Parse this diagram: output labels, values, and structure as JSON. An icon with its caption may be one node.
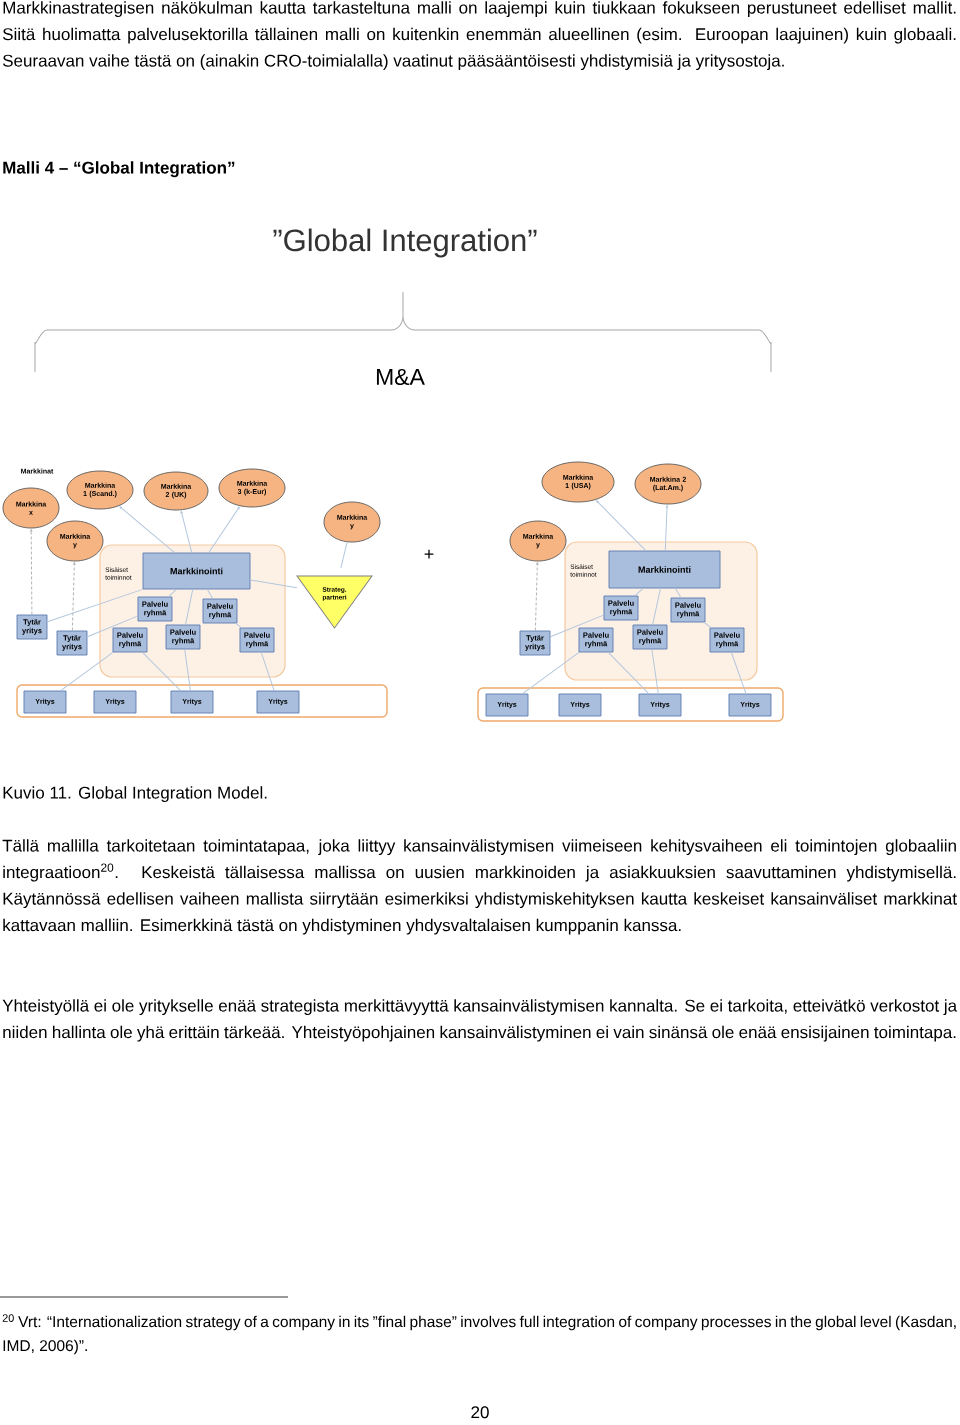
{
  "diagram": {
    "title": "”Global Integration”",
    "caption": "Kuvio 11. Global Integration Model.",
    "nodes": [
      {
        "text": [
          "Markkina x"
        ]
      },
      {
        "text": [
          "Markkina 1 (Scand.)"
        ]
      },
      {
        "text": [
          "Markkina 2 (UK)"
        ]
      },
      {
        "text": [
          "Markkina 3 (k-Eur)"
        ]
      },
      {
        "text": [
          "Markkina y"
        ]
      },
      {
        "text": [
          "Markkina y"
        ]
      },
      {
        "text": [
          "Sisäiset toiminnot"
        ]
      },
      {
        "text": [
          "Markkinointi"
        ],
        "in": 6
      },
      {
        "text": [
          "Palvelu ryhmä"
        ],
        "in": 6
      },
      {
        "text": [
          "Palvelu ryhmä"
        ],
        "in": 6
      },
      {
        "text": [
          "Palvelu ryhmä"
        ],
        "in": 6
      },
      {
        "text": [
          "Palvelu ryhmä"
        ],
        "in": 6
      },
      {
        "text": [
          "Palvelu ryhmä"
        ],
        "in": 6
      },
      {
        "text": [
          "Tytär yritys"
        ]
      },
      {
        "text": [
          "Tytär yritys"
        ]
      },
      {
        "text": [
          "Strateg. partneri"
        ]
      },
      {
        "text": [],
        "shape": "box"
      },
      {
        "text": [
          "Yritys"
        ],
        "in": 16
      },
      {
        "text": [
          "Yritys"
        ],
        "in": 16
      },
      {
        "text": [
          "Yritys"
        ],
        "in": 16
      },
      {
        "text": [
          "Yritys"
        ],
        "in": 16
      },
      {
        "text": [
          "Markkina 1 (USA)"
        ]
      },
      {
        "text": [
          "Markkina 2 (Lat.Am.)"
        ]
      },
      {
        "text": [
          "Markkina y"
        ]
      },
      {
        "text": [
          "Sisäiset toiminnot"
        ]
      },
      {
        "text": [
          "Markkinointi"
        ],
        "in": 24
      },
      {
        "text": [
          "Palvelu ryhmä"
        ],
        "in": 24
      },
      {
        "text": [
          "Palvelu ryhmä"
        ],
        "in": 24
      },
      {
        "text": [
          "Palvelu ryhmä"
        ],
        "in": 24
      },
      {
        "text": [
          "Palvelu ryhmä"
        ],
        "in": 24
      },
      {
        "text": [
          "Palvelu ryhmä"
        ],
        "in": 24
      },
      {
        "text": [
          "Tytär yritys"
        ]
      },
      {
        "text": [],
        "shape": "box"
      },
      {
        "text": [
          "Yritys"
        ],
        "in": 32
      },
      {
        "text": [
          "Yritys"
        ],
        "in": 32
      },
      {
        "text": [
          "Yritys"
        ],
        "in": 32
      },
      {
        "text": [
          "Yritys"
        ],
        "in": 32
      }
    ],
    "edges": [
      {
        "from": 7,
        "to": 1,
        "arrow": "to"
      },
      {
        "from": 7,
        "to": 2,
        "arrow": "to"
      },
      {
        "from": 7,
        "to": 3,
        "arrow": "to"
      },
      {
        "from": 13,
        "to": 0,
        "arrow": "to",
        "style": "dashed"
      },
      {
        "from": 14,
        "to": 4,
        "arrow": "to",
        "style": "dashed"
      },
      {
        "from": 7,
        "to": 13,
        "arrow": "none"
      },
      {
        "from": 8,
        "to": 14,
        "arrow": "none"
      },
      {
        "from": 7,
        "to": 8,
        "arrow": "none"
      },
      {
        "from": 7,
        "to": 9,
        "arrow": "none"
      },
      {
        "from": 7,
        "to": 11,
        "arrow": "none"
      },
      {
        "from": 9,
        "to": 12,
        "arrow": "none"
      },
      {
        "from": 7,
        "to": 15,
        "arrow": "none"
      },
      {
        "from": 15,
        "to": 5,
        "arrow": "none"
      },
      {
        "from": 10,
        "to": 17,
        "arrow": "none"
      },
      {
        "from": 10,
        "to": 19,
        "arrow": "none"
      },
      {
        "from": 11,
        "to": 19,
        "arrow": "none"
      },
      {
        "from": 12,
        "to": 20,
        "arrow": "none"
      },
      {
        "from": 25,
        "to": 21,
        "arrow": "to"
      },
      {
        "from": 25,
        "to": 22,
        "arrow": "to"
      },
      {
        "from": 31,
        "to": 23,
        "arrow": "to",
        "style": "dashed"
      },
      {
        "from": 26,
        "to": 31,
        "arrow": "none"
      },
      {
        "from": 25,
        "to": 26,
        "arrow": "none"
      },
      {
        "from": 25,
        "to": 27,
        "arrow": "none"
      },
      {
        "from": 25,
        "to": 29,
        "arrow": "none"
      },
      {
        "from": 27,
        "to": 30,
        "arrow": "none"
      },
      {
        "from": 28,
        "to": 33,
        "arrow": "none"
      },
      {
        "from": 28,
        "to": 35,
        "arrow": "none"
      },
      {
        "from": 29,
        "to": 35,
        "arrow": "none"
      },
      {
        "from": 30,
        "to": 36,
        "arrow": "none"
      }
    ],
    "labels": [
      "Markkinastrategisen näkökulman kautta tarkasteltuna malli on laajempi kuin tiukkaan fokukseen perustuneet edelliset mallit. Siitä huolimatta palvelusektorilla tällainen malli on kuitenkin enemmän alueellinen (esim. Euroopan laajuinen) kuin globaali. Seuraavan vaihe tästä on (ainakin CRO-toimialalla) vaatinut pääsääntöisesti yhdistymisiä ja yritysostoja.",
      "Malli 4 – “Global Integration”",
      "M&A",
      "Markkinat",
      "+",
      "Tällä mallilla tarkoitetaan toimintatapaa, joka liittyy kansainvälistymisen viimeiseen kehitysvaiheen eli toimintojen globaaliin integraatioon$^{20}$. Keskeistä tällaisessa mallissa on uusien markkinoiden ja asiakkuuksien saavuttaminen yhdistymisellä. Käytännössä edellisen vaiheen mallista siirrytään esimerkiksi yhdistymiskehityksen kautta keskeiset kansainväliset markkinat kattavaan malliin. Esimerkkinä tästä on yhdistyminen yhdysvaltalaisen kumppanin kanssa.",
      "Yhteistyöllä ei ole yritykselle enää strategista merkittävyyttä kansainvälistymisen kannalta. Se ei tarkoita, etteivätkö verkostot ja niiden hallinta ole yhä erittäin tärkeää. Yhteistyöpohjainen kansainvälistyminen ei vain sinänsä ole enää ensisijainen toimintapa.",
      "$^{20}$ Vrt: “Internationalization strategy of a company in its ”final phase” involves full integration of company processes in the global level (Kasdan, IMD, 2006)”.",
      "20"
    ]
  }
}
